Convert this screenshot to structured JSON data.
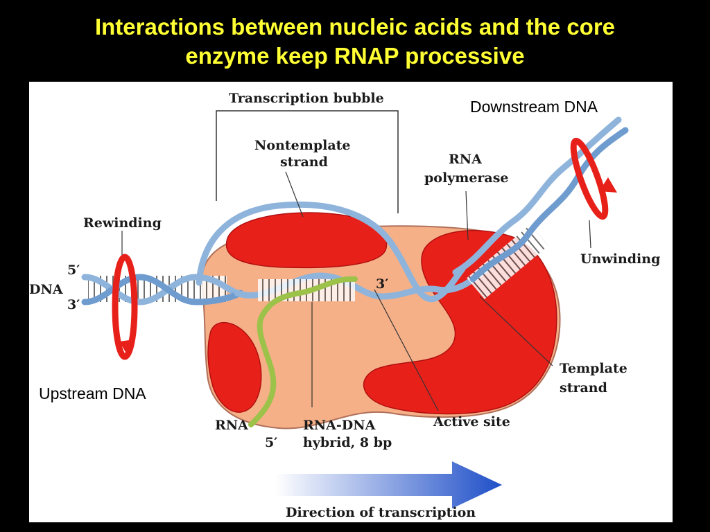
{
  "slide": {
    "title_line1": "Interactions between nucleic acids and the core",
    "title_line2": "enzyme keep RNAP processive"
  },
  "diagram": {
    "labels": {
      "transcription_bubble": "Transcription bubble",
      "nontemplate_strand_1": "Nontemplate",
      "nontemplate_strand_2": "strand",
      "rna_polymerase_1": "RNA",
      "rna_polymerase_2": "polymerase",
      "downstream_dna": "Downstream DNA",
      "upstream_dna": "Upstream DNA",
      "rewinding": "Rewinding",
      "unwinding": "Unwinding",
      "dna": "DNA",
      "five_prime_top": "5′",
      "three_prime_bottom": "3′",
      "three_prime_rna": "3′",
      "template_strand_1": "Template",
      "template_strand_2": "strand",
      "rna": "RNA",
      "five_prime_rna": "5′",
      "rna_dna_hybrid_1": "RNA-DNA",
      "rna_dna_hybrid_2": "hybrid, 8 bp",
      "active_site": "Active site",
      "direction_of_transcription": "Direction of transcription"
    },
    "colors": {
      "title": "#ffff33",
      "enzyme_body": "#f5b088",
      "enzyme_lobes": "#e8201a",
      "dna_strand": "#8fb4dc",
      "rna_strand": "#9cc24a",
      "arrow_start": "#ffffff",
      "arrow_end": "#1f4fc8"
    }
  }
}
